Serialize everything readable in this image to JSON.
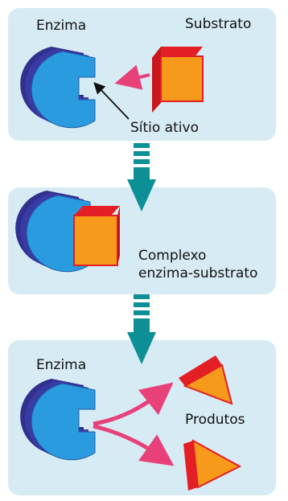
{
  "panels": {
    "top": {
      "enzyme_label": "Enzima",
      "substrate_label": "Substrato",
      "active_site_label": "Sítio ativo"
    },
    "middle": {
      "complex_line1": "Complexo",
      "complex_line2": "enzima-substrato"
    },
    "bottom": {
      "enzyme_label": "Enzima",
      "products_label": "Produtos"
    }
  },
  "colors": {
    "panel": "#d7ebf4",
    "enzyme_face": "#2b9be0",
    "enzyme_side": "#31308f",
    "substrate_face": "#f79a1c",
    "substrate_side": "#e41e25",
    "binding_arrow": "#e8417a",
    "step_arrow": "#0d8f96"
  }
}
